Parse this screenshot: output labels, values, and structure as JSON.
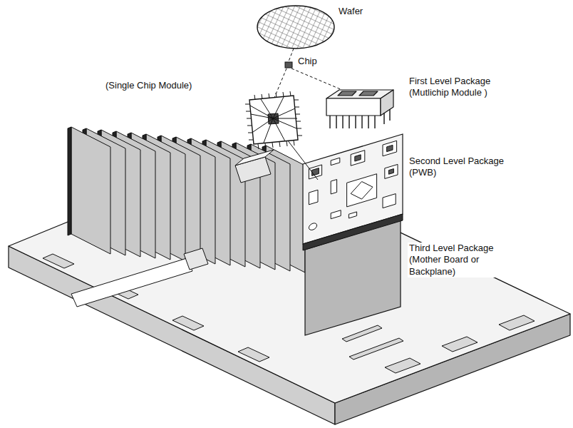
{
  "diagram": {
    "labels": [
      "Wafer",
      "Chip",
      "First Level Package (Mutlichip Module )",
      "(Single Chip Module)",
      "Second Level Package (PWB)",
      "Third Level Package (Mother Board or Backplane)"
    ]
  }
}
